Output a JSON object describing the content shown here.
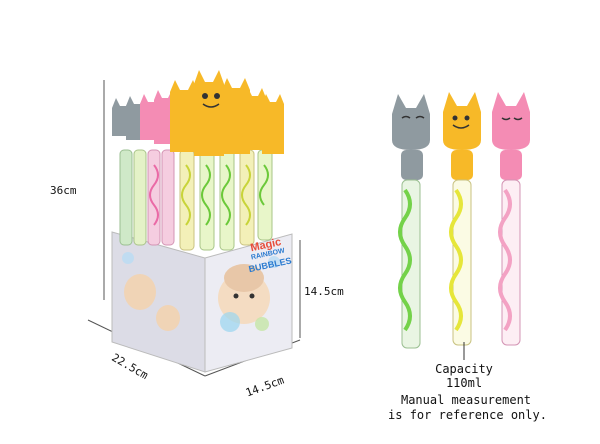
{
  "dimensions": {
    "height": "36cm",
    "box_height": "14.5cm",
    "box_depth": "22.5cm",
    "box_width": "14.5cm"
  },
  "box_print": {
    "line1": "Magic",
    "line2": "RAINBOW",
    "line3": "BUBBLES"
  },
  "notes": {
    "capacity_label": "Capacity",
    "capacity_value": "110ml",
    "disclaimer_line1": "Manual measurement",
    "disclaimer_line2": "is for reference only."
  },
  "colors": {
    "gray": "#8f9aa0",
    "yellow": "#f7b928",
    "pink": "#f48cb4",
    "green_liquid": "#74d24a",
    "yellow_liquid": "#e6e63a",
    "pink_liquid": "#f3a2c4",
    "box": "#e7e7ef"
  },
  "wand_heads": [
    "gray-cat",
    "yellow-cat",
    "pink-cat"
  ]
}
